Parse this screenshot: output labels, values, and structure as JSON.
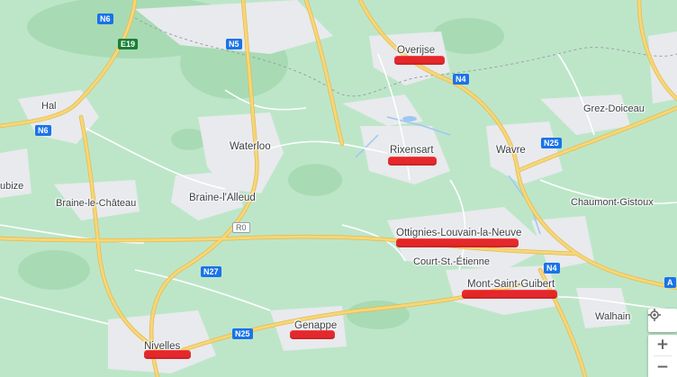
{
  "map": {
    "colors": {
      "land": "#bde6c9",
      "urban": "#e8eaed",
      "road": "#f5d77a",
      "road_edge": "#e8b949",
      "water": "#9fc7f2",
      "forest": "#a8dbb4"
    },
    "places": {
      "hal": "Hal",
      "bize": "ubize",
      "waterloo": "Waterloo",
      "braine_chateau": "Braine-le-Château",
      "braine_alleud": "Braine-l'Alleud",
      "overijse": "Overijse",
      "rixensart": "Rixensart",
      "wavre": "Wavre",
      "grez": "Grez-Doiceau",
      "chaumont": "Chaumont-Gistoux",
      "ottignies": "Ottignies-Louvain-la-Neuve",
      "court": "Court-St.-Étienne",
      "mont_saint_guibert": "Mont-Saint-Guibert",
      "walhain": "Walhain",
      "genappe": "Genappe",
      "nivelles": "Nivelles"
    },
    "roads": {
      "n6_top": "N6",
      "e19": "E19",
      "n5": "N5",
      "n6_left": "N6",
      "n4_top": "N4",
      "n25_right": "N25",
      "r0": "R0",
      "n27": "N27",
      "n4_bottom": "N4",
      "n25_bottom": "N25",
      "a_right": "A"
    },
    "controls": {
      "locate_icon": "target-icon",
      "zoom_in": "+",
      "zoom_out": "−"
    }
  }
}
